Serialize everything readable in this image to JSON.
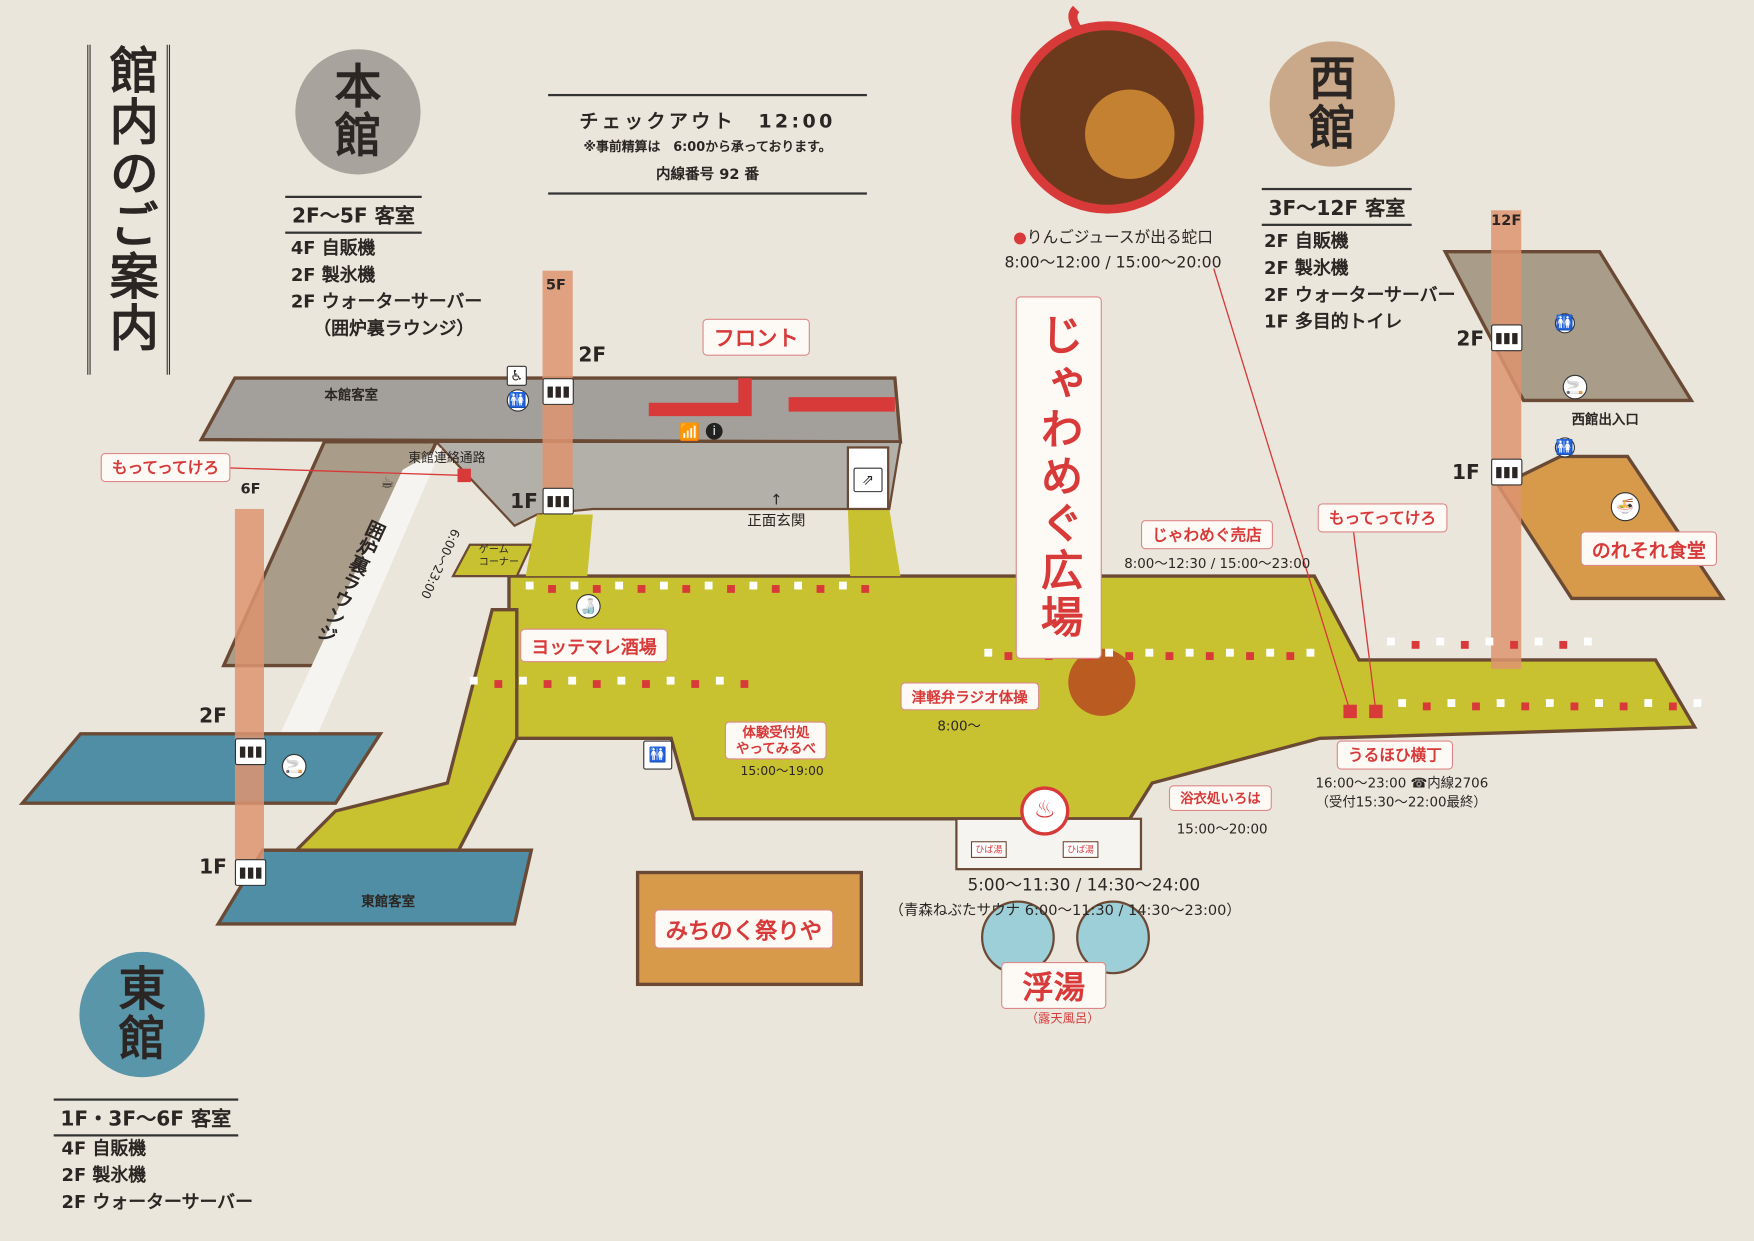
{
  "title": "館内のご案内",
  "honkan": {
    "name_1": "本",
    "name_2": "館",
    "floors": "2F～5F 客室",
    "items": [
      "4F 自販機",
      "2F 製氷機",
      "2F ウォーターサーバー",
      "（囲炉裏ラウンジ）"
    ]
  },
  "checkout": {
    "line1": "チェックアウト　12:00",
    "line2": "※事前精算は　6:00から承っております。",
    "line3": "内線番号 92 番"
  },
  "apple_juice": {
    "label": "りんごジュースが出る蛇口",
    "hours": "8:00～12:00 / 15:00～20:00"
  },
  "seikan": {
    "name_1": "西",
    "name_2": "館",
    "floors": "3F～12F 客室",
    "items": [
      "2F 自販機",
      "2F 製氷機",
      "2F ウォーターサーバー",
      "1F 多目的トイレ"
    ],
    "entrance": "西館出入口"
  },
  "higashikan": {
    "name_1": "東",
    "name_2": "館",
    "floors": "1F・3F～6F 客室",
    "items": [
      "4F 自販機",
      "2F 製氷機",
      "2F ウォーターサーバー"
    ]
  },
  "floor_labels": {
    "honkan_5f": "5F",
    "honkan_2f": "2F",
    "honkan_1f": "1F",
    "east_6f": "6F",
    "east_2f": "2F",
    "east_1f": "1F",
    "west_12f": "12F",
    "west_2f": "2F",
    "west_1f": "1F"
  },
  "places": {
    "honkan_rooms": "本館客室",
    "east_rooms": "東館客室",
    "connector": "東館連絡通路",
    "lounge": "囲炉裏ラウンジ",
    "lounge_hours": "6:00～23:00",
    "front": "フロント",
    "entrance": "正面玄関",
    "game_corner_1": "ゲーム",
    "game_corner_2": "コーナー",
    "mottekero_left": "もってってけろ",
    "mottekero_right": "もってってけろ",
    "yottemare": "ヨッテマレ酒場",
    "taiken_1": "体験受付処",
    "taiken_2": "やってみるべ",
    "taiken_hours": "15:00～19:00",
    "radio": "津軽弁ラジオ体操",
    "radio_hours": "8:00～",
    "plaza": "じゃわめぐ広場",
    "shop": "じゃわめぐ売店",
    "shop_hours": "8:00～12:30 / 15:00～23:00",
    "noresore": "のれそれ食堂",
    "uruhohi": "うるほひ横丁",
    "uruhohi_hours": "16:00～23:00 ☎内線2706",
    "uruhohi_reception": "（受付15:30～22:00最終）",
    "yukata": "浴衣処いろは",
    "yukata_hours": "15:00～20:00",
    "bath_hours": "5:00～11:30 / 14:30～24:00",
    "sauna_hours": "（青森ねぶたサウナ 6:00～11:30 / 14:30～23:00）",
    "bath_1": "ひば湯",
    "bath_2": "ひば湯",
    "ukiyu": "浮湯",
    "ukiyu_sub": "（露天風呂）",
    "michinoku": "みちのく祭りや"
  },
  "colors": {
    "paper": "#ebe6dc",
    "yellow": "#c9c230",
    "gray": "#a3a09b",
    "blue": "#4f8ea5",
    "orange": "#d69a4a",
    "red": "#d83a3a",
    "shaft": "#dd9470"
  }
}
